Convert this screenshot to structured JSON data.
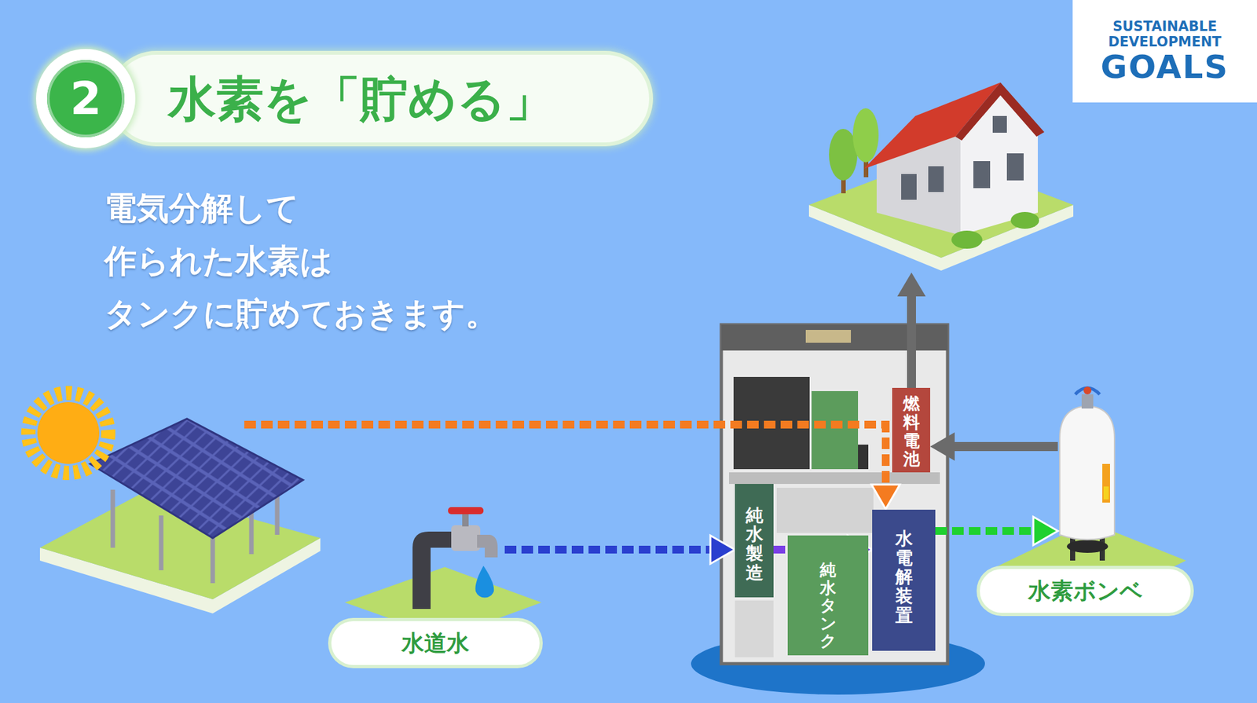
{
  "diagram": {
    "title": "水素を「貯める」",
    "caption": "電気分解して 作られた水素は タンクに貯めておきます。",
    "nodes": [
      {
        "text": [
          "水道水"
        ]
      },
      {
        "text": [
          "純水製造"
        ]
      },
      {
        "text": [
          "純水タンク"
        ]
      },
      {
        "text": [
          "燃料電池"
        ]
      },
      {
        "text": [
          "水電解装置"
        ]
      },
      {
        "text": [
          "水素ボンベ"
        ]
      }
    ],
    "edges": [
      {
        "from": 0,
        "to": 1,
        "arrow": "to"
      },
      {
        "from": 1,
        "to": 4,
        "arrow": "to"
      },
      {
        "from": 4,
        "to": 5,
        "arrow": "to"
      },
      {
        "from": 5,
        "to": 3,
        "arrow": "to"
      }
    ],
    "labels": [
      "2",
      "SUSTAINABLE",
      "DEVELOPMENT",
      "GOALS"
    ]
  }
}
